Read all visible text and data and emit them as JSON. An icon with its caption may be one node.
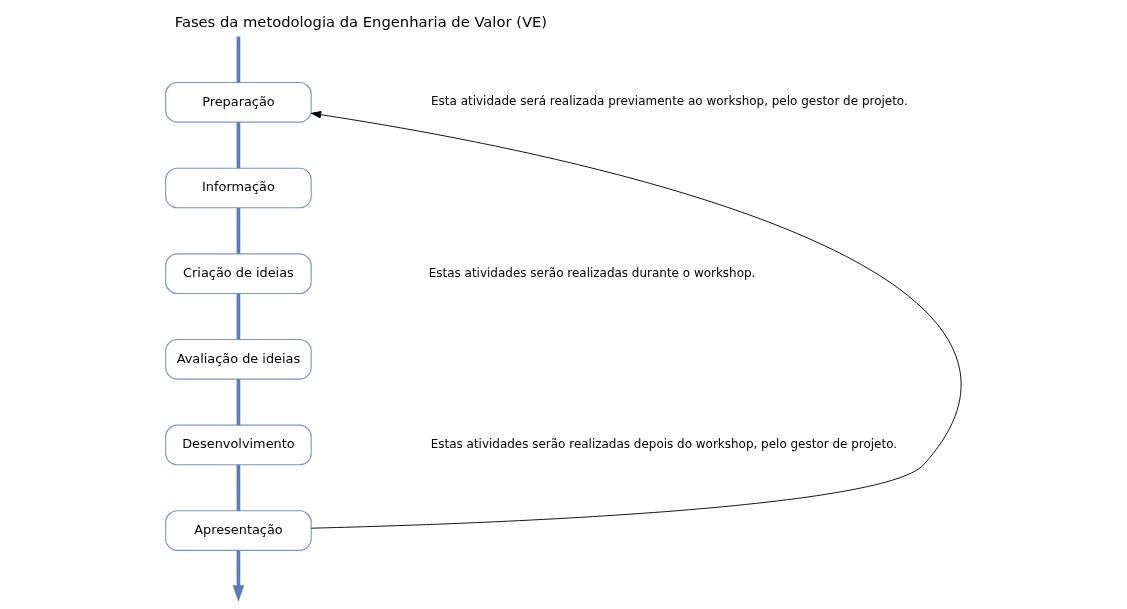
{
  "diagram": {
    "title": "Fases da metodologia da Engenharia de Valor (VE)",
    "nodes": [
      {
        "text": [
          "Preparação"
        ]
      },
      {
        "text": [
          "Informação"
        ]
      },
      {
        "text": [
          "Criação de ideias"
        ]
      },
      {
        "text": [
          "Avaliação de ideias"
        ]
      },
      {
        "text": [
          "Desenvolvimento"
        ]
      },
      {
        "text": [
          "Apresentação"
        ]
      }
    ],
    "edges": [
      {
        "from": null,
        "to": 0,
        "arrow": "none"
      },
      {
        "from": 0,
        "to": 1,
        "arrow": "none"
      },
      {
        "from": 1,
        "to": 2,
        "arrow": "none"
      },
      {
        "from": 2,
        "to": 3,
        "arrow": "none"
      },
      {
        "from": 3,
        "to": 4,
        "arrow": "none"
      },
      {
        "from": 4,
        "to": 5,
        "arrow": "none"
      },
      {
        "from": 5,
        "to": null,
        "arrow": "to"
      },
      {
        "from": 5,
        "to": 0,
        "arrow": "to",
        "color": "#000000"
      }
    ],
    "labels": [
      "Esta atividade será realizada previamente ao workshop, pelo gestor de projeto.",
      "Estas atividades serão realizadas durante o workshop.",
      "Estas atividades serão realizadas depois do workshop, pelo gestor de projeto."
    ]
  }
}
